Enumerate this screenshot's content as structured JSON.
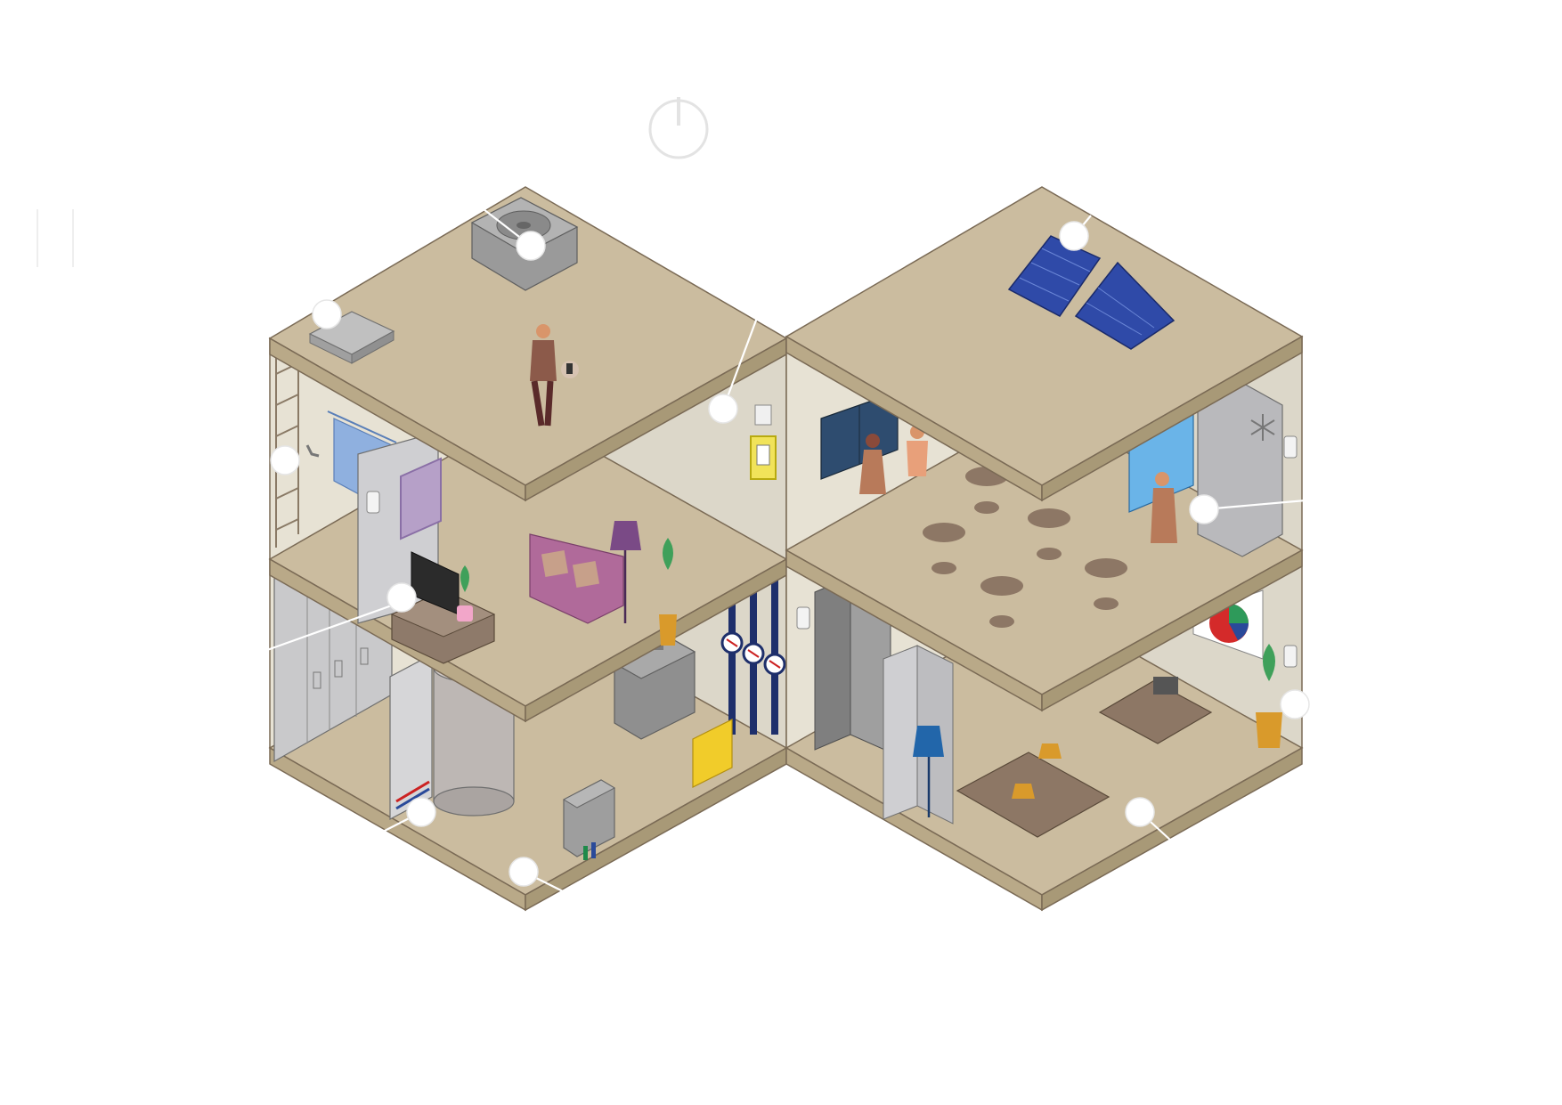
{
  "colors": {
    "floor_top": "#cbbc9f",
    "floor_edge": "#b9a988",
    "floor_outline": "#7a6a55",
    "wall": "#e7e2d4",
    "wall_shade": "#d8d3c6",
    "metal": "#9a9a9a",
    "metal_dark": "#7c7c7c",
    "solar_blue": "#2f4aa8",
    "window_blue": "#2e4c6f",
    "sofa_pink": "#b06a9a",
    "cabinet_brown": "#8e7a6a",
    "table_brown": "#8d7765",
    "plant_green": "#3fa05a",
    "pot_orange": "#d99a2b",
    "lamp_purple": "#7a4a86",
    "lamp_blue": "#2266aa",
    "pipe_navy": "#1e2f6b",
    "yellow_panel": "#f1cc2a",
    "hotspot": "#ffffff"
  },
  "icons": {
    "power": "power-icon",
    "fan": "fan-icon",
    "snowflake": "snowflake-icon",
    "thermostat": "thermostat-icon"
  },
  "hotspots": [
    {
      "id": "hvac-unit"
    },
    {
      "id": "roof-vent"
    },
    {
      "id": "solar-panels"
    },
    {
      "id": "shower-heater"
    },
    {
      "id": "wall-control"
    },
    {
      "id": "tv-cabinet"
    },
    {
      "id": "cold-storage"
    },
    {
      "id": "right-plant"
    },
    {
      "id": "water-tank"
    },
    {
      "id": "utility-floor"
    },
    {
      "id": "office-floor"
    }
  ]
}
